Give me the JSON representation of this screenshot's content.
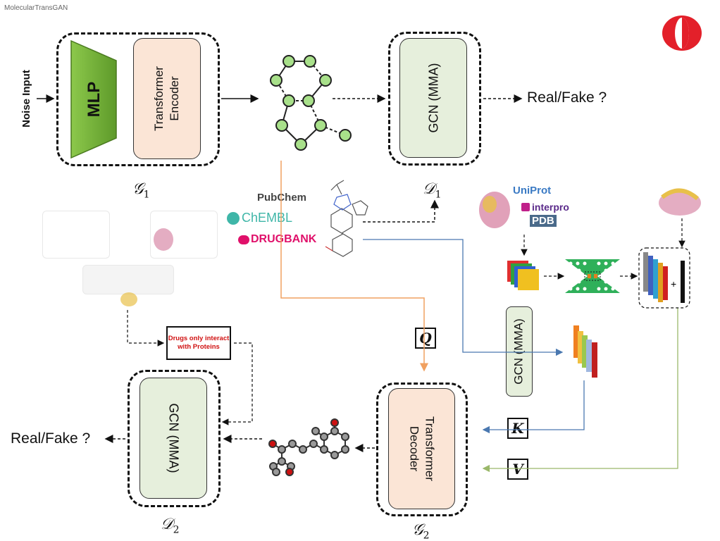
{
  "app_title": "MolecularTransGAN",
  "noise_input": "Noise Input",
  "generator1": {
    "mlp": "MLP",
    "encoder": "Transformer Encoder",
    "label": "G1"
  },
  "discriminator1": {
    "gcn": "GCN (MMA)",
    "label": "D1",
    "output": "Real/Fake ?"
  },
  "databases": {
    "pubchem": "PubChem",
    "chembl": "ChEMBL",
    "drugbank": "DRUGBANK",
    "uniprot": "UniProt",
    "interpro": "interpro",
    "pdb": "PDB"
  },
  "protein_gcn": "GCN (MMA)",
  "constraint_box": "Drugs only interact with Proteins",
  "attention_symbols": {
    "query": "Q",
    "key": "K",
    "value": "V"
  },
  "generator2": {
    "decoder": "Transformer Decoder",
    "label": "G2"
  },
  "discriminator2": {
    "gcn": "GCN (MMA)",
    "label": "D2",
    "output": "Real/Fake ?"
  },
  "colors": {
    "orange_arrow": "#f0a060",
    "blue_arrow": "#4a78b0",
    "green_arrow": "#9ab86a",
    "node_green": "#a8e08a",
    "mlp_green": "#77b23b",
    "logo_red": "#e3202a"
  }
}
